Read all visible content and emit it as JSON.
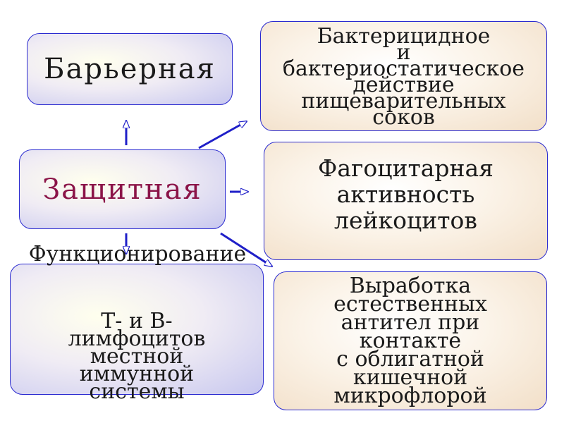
{
  "boxes": {
    "barrier": "Барьерная",
    "protective": "Защитная",
    "bactericidal": [
      "Бактерицидное",
      "и",
      "бактериостатическое",
      "действие",
      "пищеварительных",
      "соков"
    ],
    "phagocytic": [
      "Фагоцитарная",
      "активность",
      "лейкоцитов"
    ],
    "lymph_title": "Функционирование",
    "lymph": [
      "Т- и В-",
      "лимфоцитов",
      "местной",
      "иммунной",
      "системы"
    ],
    "antibody": [
      "Выработка",
      "естественных",
      "антител при",
      "контакте",
      "с облигатной",
      "кишечной",
      "микрофлорой"
    ]
  },
  "colors": {
    "arrow": "#1f1fc8",
    "box_border": "#2a2ad0",
    "protective_text": "#8b1448"
  }
}
